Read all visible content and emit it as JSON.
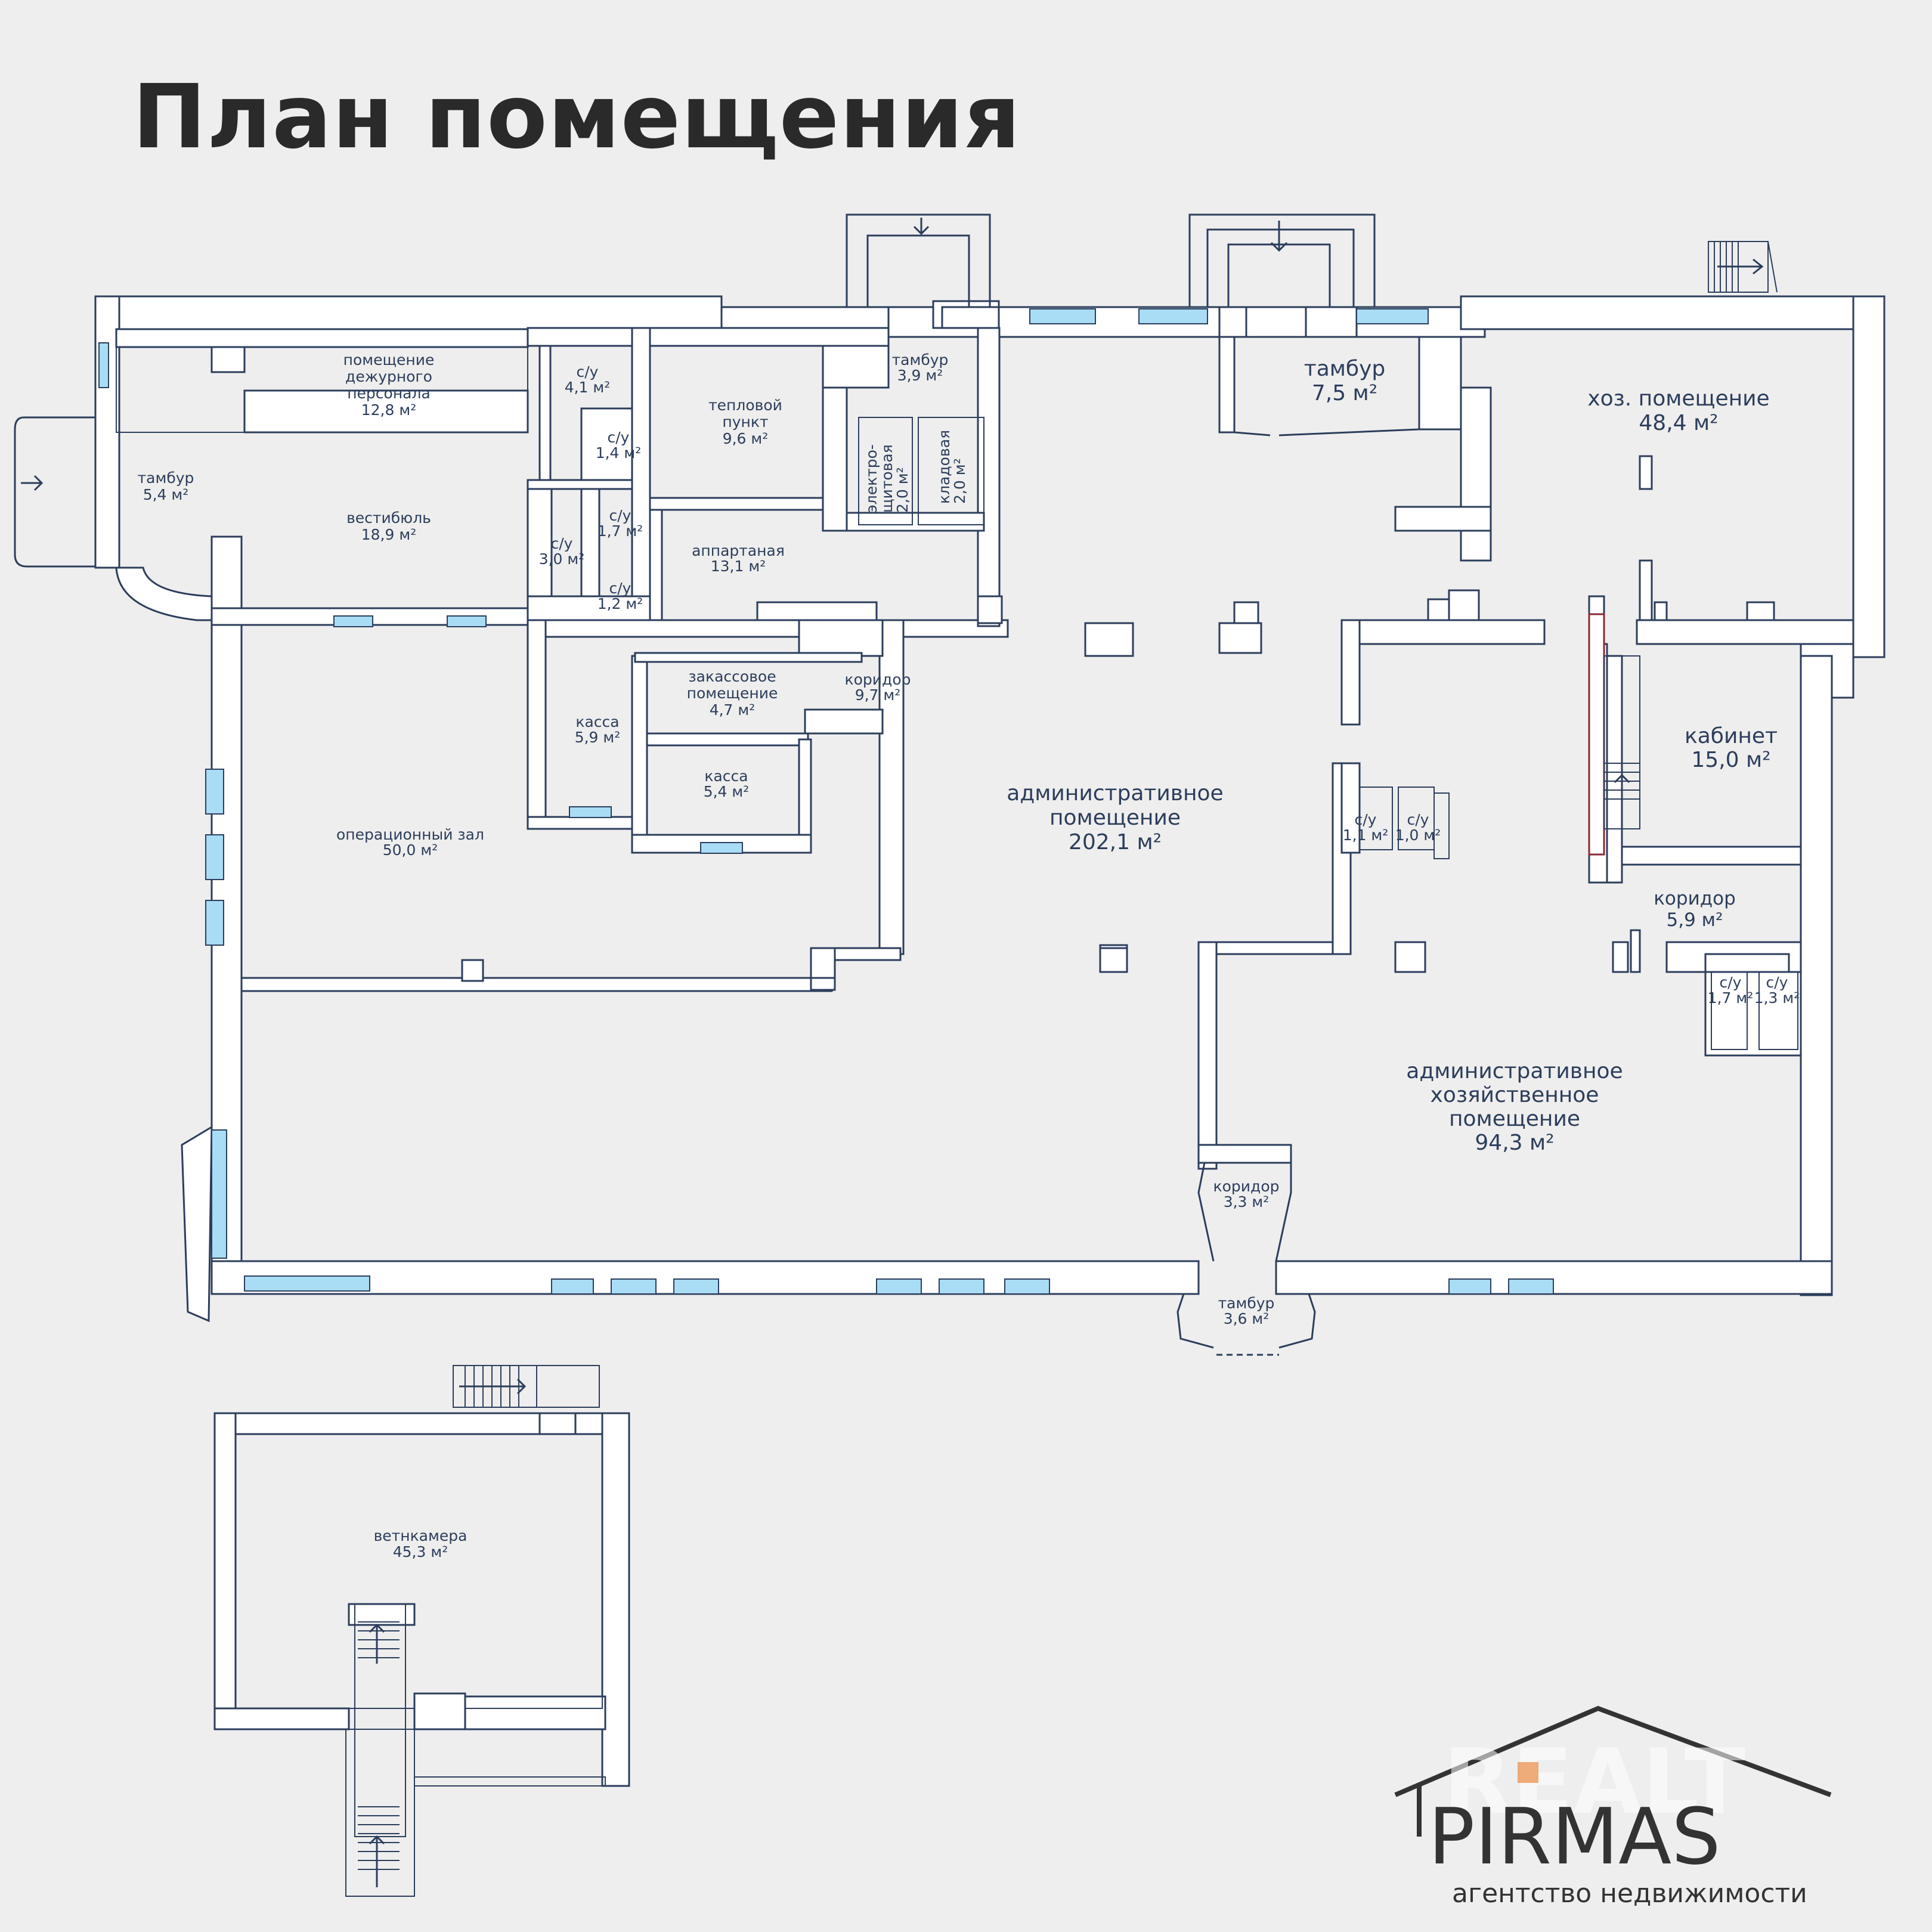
{
  "title": "План помещения",
  "rooms": {
    "duty_staff": {
      "l1": "помещение",
      "l2": "дежурного",
      "l3": "персонала",
      "area": "12,8 м²"
    },
    "tambur_left": {
      "name": "тамбур",
      "area": "5,4 м²"
    },
    "vestibule": {
      "name": "вестибюль",
      "area": "18,9 м²"
    },
    "wc_41": {
      "name": "с/у",
      "area": "4,1 м²"
    },
    "wc_14": {
      "name": "с/у",
      "area": "1,4 м²"
    },
    "wc_17a": {
      "name": "с/у",
      "area": "1,7 м²"
    },
    "wc_30": {
      "name": "с/у",
      "area": "3,0 м²"
    },
    "wc_12": {
      "name": "с/у",
      "area": "1,2 м²"
    },
    "heat_point": {
      "l1": "тепловой",
      "l2": "пункт",
      "area": "9,6 м²"
    },
    "tambur_39": {
      "name": "тамбур",
      "area": "3,9 м²"
    },
    "electro": {
      "l1": "электро-",
      "l2": "щитовая",
      "area": "2,0 м²"
    },
    "pantry": {
      "name": "кладовая",
      "area": "2,0 м²"
    },
    "apparatus": {
      "name": "аппартаная",
      "area": "13,1 м²"
    },
    "back_cash": {
      "l1": "закассовое",
      "l2": "помещение",
      "area": "4,7 м²"
    },
    "cash_59": {
      "name": "касса",
      "area": "5,9 м²"
    },
    "cash_54": {
      "name": "касса",
      "area": "5,4 м²"
    },
    "corridor_97": {
      "name": "коридор",
      "area": "9,7 м²"
    },
    "operating_hall": {
      "name": "операционный зал",
      "area": "50,0 м²"
    },
    "admin_main": {
      "l1": "административное",
      "l2": "помещение",
      "area": "202,1 м²"
    },
    "tambur_75": {
      "name": "тамбур",
      "area": "7,5 м²"
    },
    "utility": {
      "name": "хоз. помещение",
      "area": "48,4 м²"
    },
    "cabinet": {
      "name": "кабинет",
      "area": "15,0 м²"
    },
    "wc_11": {
      "name": "с/у",
      "area": "1,1 м²"
    },
    "wc_10": {
      "name": "с/у",
      "area": "1,0 м²"
    },
    "corridor_59": {
      "name": "коридор",
      "area": "5,9 м²"
    },
    "wc_17b": {
      "name": "с/у",
      "area": "1,7 м²"
    },
    "wc_13": {
      "name": "с/у",
      "area": "1,3 м²"
    },
    "admin_utility": {
      "l1": "административное",
      "l2": "хозяйственное",
      "l3": "помещение",
      "area": "94,3 м²"
    },
    "corridor_33": {
      "name": "коридор",
      "area": "3,3 м²"
    },
    "tambur_36": {
      "name": "тамбур",
      "area": "3,6 м²"
    },
    "vent_chamber": {
      "name": "ветнкамера",
      "area": "45,3 м²"
    }
  },
  "brand": {
    "name": "PIRMAS",
    "tagline": "агентство недвижимости",
    "watermark": "REALT"
  },
  "colors": {
    "background": "#eeeeee",
    "wall_line": "#2c3e5c",
    "window": "#a9dcf5",
    "brand": "#333333"
  }
}
